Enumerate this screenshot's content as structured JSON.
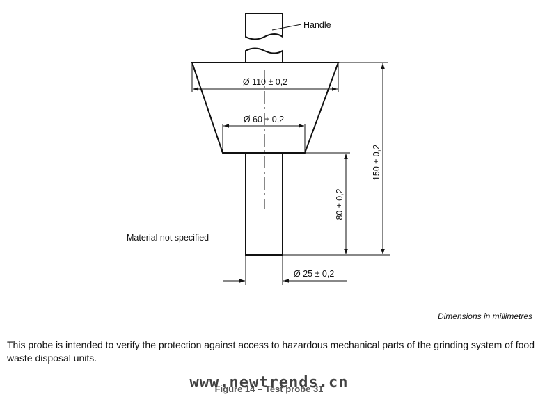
{
  "labels": {
    "handle": "Handle",
    "dia_top": "Ø 110 ± 0,2",
    "dia_mid": "Ø 60 ± 0,2",
    "dia_shaft": "Ø 25 ± 0,2",
    "len_shaft": "80 ± 0,2",
    "len_total": "150 ± 0,2",
    "material": "Material not specified"
  },
  "units_note": "Dimensions in millimetres",
  "description": "This probe is intended to verify the protection against access to hazardous mechanical parts of the grinding system of food waste disposal units.",
  "caption": "Figure 14 – Test probe 31",
  "watermark": "www.newtrends.cn"
}
